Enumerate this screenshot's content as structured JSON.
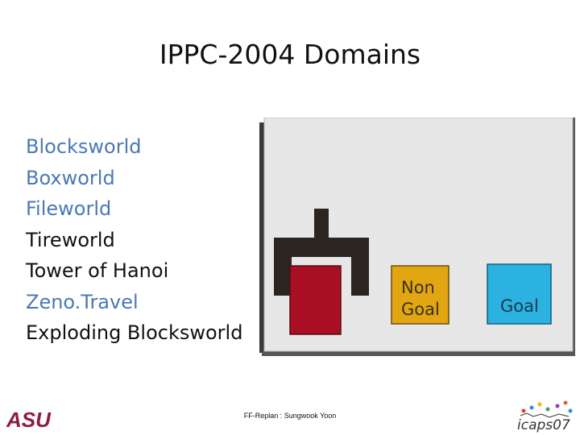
{
  "slide": {
    "title": "IPPC-2004 Domains",
    "domains": [
      {
        "label": "Blocksworld",
        "color": "#4a78b5"
      },
      {
        "label": "Boxworld",
        "color": "#4a78b5"
      },
      {
        "label": "Fileworld",
        "color": "#4a78b5"
      },
      {
        "label": "Tireworld",
        "color": "#111111"
      },
      {
        "label": "Tower of Hanoi",
        "color": "#111111"
      },
      {
        "label": "Zeno.Travel",
        "color": "#4a78b5"
      },
      {
        "label": "Exploding Blocksworld",
        "color": "#111111"
      }
    ],
    "footer": "FF-Replan : Sungwook Yoon"
  },
  "figure": {
    "non_goal_line1": "Non",
    "non_goal_line2": "Goal",
    "goal_label": "Goal",
    "colors": {
      "block": "#a80f24",
      "non_goal": "#e2a612",
      "goal": "#2cb2e0",
      "gripper": "#2b2522",
      "panel": "#e7e7e7"
    }
  },
  "logos": {
    "asu_text": "ASU",
    "asu_color": "#8c1d40",
    "conf_text": "icaps07"
  }
}
